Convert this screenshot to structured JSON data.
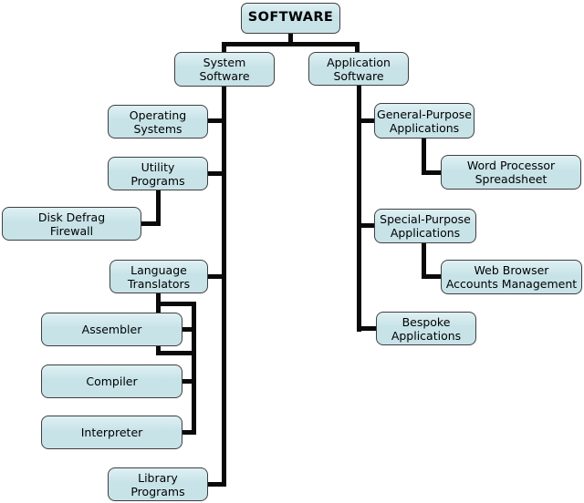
{
  "diagram": {
    "title": "SOFTWARE",
    "type": "hierarchy-tree",
    "colors": {
      "node_fill": "#c7e3e8",
      "node_fill_light": "#dff0f3",
      "node_border": "#3f3f3f",
      "connector": "#0a0a0a",
      "background": "#ffffff",
      "text": "#000000"
    }
  },
  "nodes": {
    "software": "SOFTWARE",
    "system_software": "System\nSoftware",
    "application_software": "Application\nSoftware",
    "operating_systems": "Operating\nSystems",
    "utility_programs": "Utility\nPrograms",
    "disk_defrag_firewall": "Disk Defrag\nFirewall",
    "language_translators": "Language\nTranslators",
    "assembler": "Assembler",
    "compiler": "Compiler",
    "interpreter": "Interpreter",
    "library_programs": "Library\nPrograms",
    "general_purpose_applications": "General-Purpose\nApplications",
    "word_processor_spreadsheet": "Word Processor\nSpreadsheet",
    "special_purpose_applications": "Special-Purpose\nApplications",
    "web_browser_accounts_management": "Web Browser\nAccounts Management",
    "bespoke_applications": "Bespoke\nApplications"
  },
  "hierarchy": {
    "SOFTWARE": {
      "System Software": {
        "Operating Systems": [],
        "Utility Programs": [
          "Disk Defrag Firewall"
        ],
        "Language Translators": [
          "Assembler",
          "Compiler",
          "Interpreter"
        ],
        "Library Programs": []
      },
      "Application Software": {
        "General-Purpose Applications": [
          "Word Processor Spreadsheet"
        ],
        "Special-Purpose Applications": [
          "Web Browser Accounts Management"
        ],
        "Bespoke Applications": []
      }
    }
  }
}
